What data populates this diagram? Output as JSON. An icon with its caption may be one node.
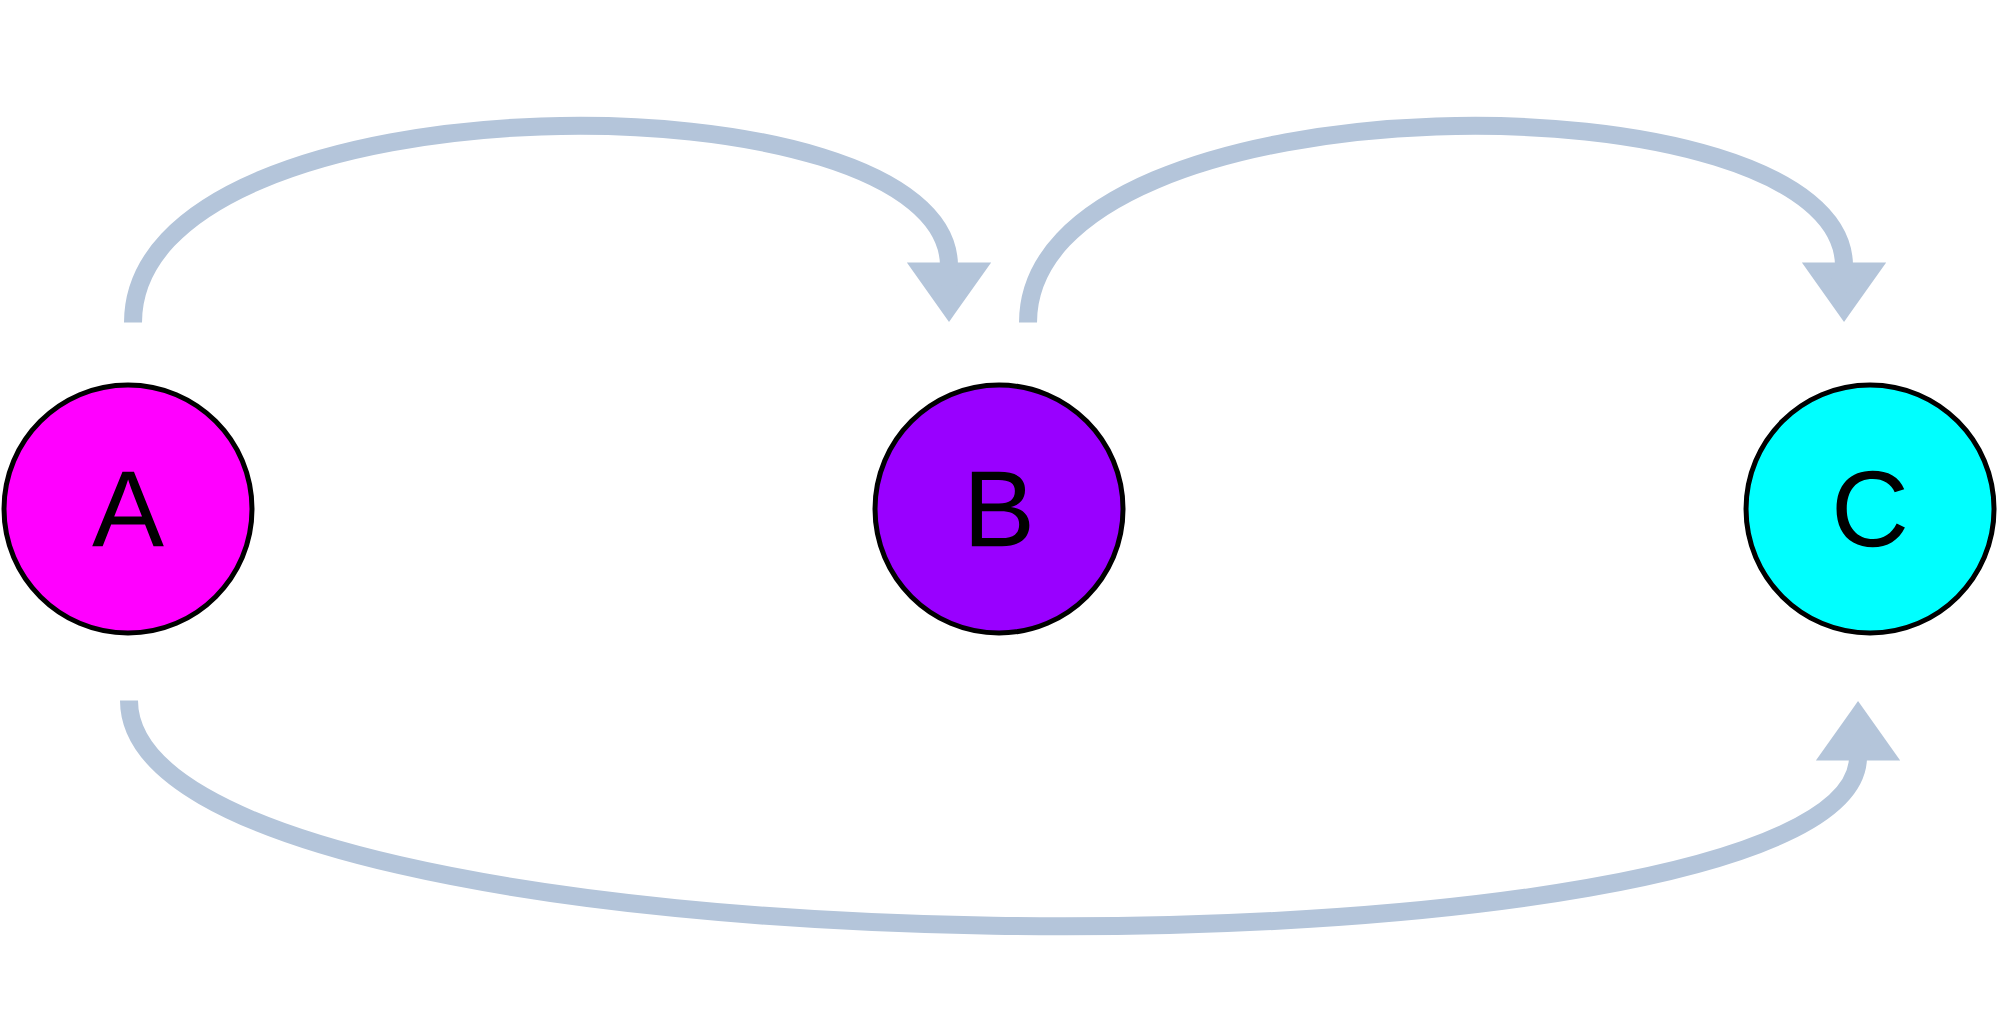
{
  "diagram": {
    "nodes": [
      {
        "text": [
          "A"
        ]
      },
      {
        "text": [
          "B"
        ]
      },
      {
        "text": [
          "C"
        ]
      }
    ],
    "edges": [
      {
        "from": 0,
        "to": 1,
        "arrow": "to"
      },
      {
        "from": 1,
        "to": 2,
        "arrow": "to"
      },
      {
        "from": 0,
        "to": 2,
        "arrow": "to"
      }
    ]
  }
}
